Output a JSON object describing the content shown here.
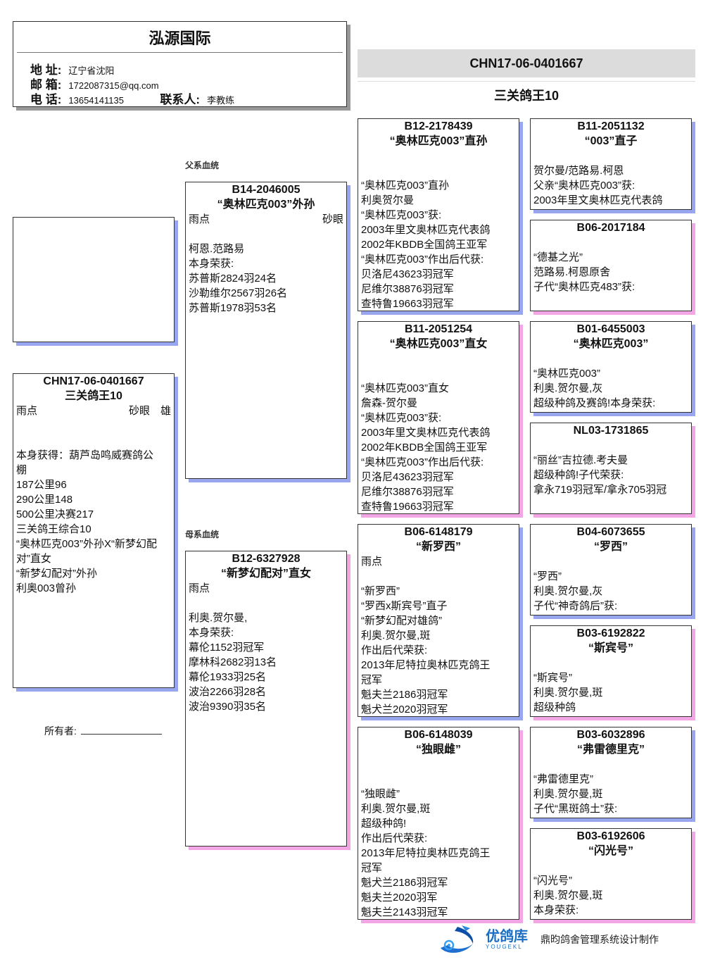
{
  "header": {
    "title": "泓源国际",
    "address_label": "地 址:",
    "address": "辽宁省沈阳",
    "email_label": "邮 箱:",
    "email": "1722087315@qq.com",
    "phone_label": "电 话:",
    "phone": "13654141135",
    "contact_label": "联系人:",
    "contact": "李教练"
  },
  "pigeon": {
    "ring": "CHN17-06-0401667",
    "name": "三关鸽王10"
  },
  "sections": {
    "father": "父系血统",
    "mother": "母系血统"
  },
  "owner_label": "所有者:",
  "footer": {
    "brand": "优鸽库",
    "brand_sub": "YOUGEKL",
    "credit": "鼎昀鸽舍管理系统设计制作"
  },
  "colors": {
    "male_shadow": "#97a6ee",
    "female_shadow": "#f2a6e6"
  },
  "boxes": [
    {
      "id": "subject",
      "sex": "m",
      "ring": "CHN17-06-0401667",
      "name": "三关鸽王10",
      "color": [
        "雨点",
        "砂眼　雄"
      ],
      "lines": [
        "",
        "",
        "本身获得：葫芦岛鸣威赛鸽公",
        "棚",
        "187公里96",
        "290公里148",
        "500公里决赛217",
        "三关鸽王综合10",
        "“奥林匹克003”外孙X“新梦幻配",
        "对”直女",
        "“新梦幻配对”外孙",
        "利奥003曾孙"
      ]
    },
    {
      "id": "father",
      "sex": "m",
      "ring": "B14-2046005",
      "name": "“奥林匹克003”外孙",
      "color": [
        "雨点",
        "砂眼"
      ],
      "lines": [
        "",
        "柯恩.范路易",
        "本身荣获:",
        "苏普斯2824羽24名",
        "沙勒维尔2567羽26名",
        "苏普斯1978羽53名"
      ]
    },
    {
      "id": "mother",
      "sex": "f",
      "ring": "B12-6327928",
      "name": "“新梦幻配对”直女",
      "color": [
        "雨点",
        ""
      ],
      "lines": [
        "",
        "利奥.贺尔曼,",
        "本身荣获:",
        "幕伦1152羽冠军",
        "摩林科2682羽13名",
        "幕伦1933羽25名",
        "波治2266羽28名",
        "波治9390羽35名"
      ]
    },
    {
      "id": "ff",
      "sex": "m",
      "ring": "B12-2178439",
      "name": "“奥林匹克003”直孙",
      "lines": [
        "",
        "",
        "“奥林匹克003”直孙",
        "利奥贺尔曼",
        "“奥林匹克003”获:",
        "2003年里文奥林匹克代表鸽",
        "2002年KBDB全国鸽王亚军",
        "“奥林匹克003”作出后代获:",
        "贝洛尼43623羽冠军",
        "尼维尔38876羽冠军",
        "查特鲁19663羽冠军"
      ]
    },
    {
      "id": "fm",
      "sex": "f",
      "ring": "B11-2051254",
      "name": "“奥林匹克003”直女",
      "lines": [
        "",
        "",
        "“奥林匹克003”直女",
        "詹森-贺尔曼",
        "“奥林匹克003”获:",
        "2003年里文奥林匹克代表鸽",
        "2002年KBDB全国鸽王亚军",
        "“奥林匹克003”作出后代获:",
        "贝洛尼43623羽冠军",
        "尼维尔38876羽冠军",
        "查特鲁19663羽冠军"
      ]
    },
    {
      "id": "mf",
      "sex": "m",
      "ring": "B06-6148179",
      "name": "“新罗西”",
      "color": [
        "雨点",
        ""
      ],
      "lines": [
        "",
        "“新罗西”",
        "“罗西x斯宾号”直子",
        "“新梦幻配对雄鸽”",
        "利奥.贺尔曼,斑",
        "作出后代荣获:",
        "2013年尼特拉奥林匹克鸽王",
        "冠军",
        "魁夫兰2186羽冠军",
        "魁犬兰2020羽冠军"
      ]
    },
    {
      "id": "mm",
      "sex": "f",
      "ring": "B06-6148039",
      "name": "“独眼雌”",
      "lines": [
        "",
        "",
        "“独眼雌”",
        "利奥.贺尔曼,斑",
        "超级种鸽!",
        "作出后代荣获:",
        "2013年尼特拉奥林匹克鸽王",
        "冠军",
        "魁犬兰2186羽冠军",
        "魁夫兰2020羽军",
        "魁夫兰2143羽冠军"
      ]
    },
    {
      "id": "fff",
      "sex": "m",
      "ring": "B11-2051132",
      "name": "“003”直子",
      "lines": [
        "",
        "贺尔曼/范路易.柯恩",
        "父亲“奥林匹克003”获:",
        "2003年里文奥林匹克代表鸽"
      ]
    },
    {
      "id": "ffm",
      "sex": "f",
      "ring": "B06-2017184",
      "name": "",
      "lines": [
        "",
        "“德基之光”",
        "范路易.柯恩原舍",
        "子代“奥林匹克483”获:"
      ]
    },
    {
      "id": "fmf",
      "sex": "m",
      "ring": "B01-6455003",
      "name": "“奥林匹克003”",
      "lines": [
        "",
        "“奥林匹克003”",
        "利奥.贺尔曼,灰",
        "超级种鸽及赛鸽!本身荣获:"
      ]
    },
    {
      "id": "fmm",
      "sex": "f",
      "ring": "NL03-1731865",
      "name": "",
      "lines": [
        "",
        "“丽丝”吉拉德.考夫曼",
        "超级种鸽!子代荣获:",
        "拿永719羽冠军/拿永705羽冠"
      ]
    },
    {
      "id": "mff",
      "sex": "m",
      "ring": "B04-6073655",
      "name": "“罗西”",
      "lines": [
        "",
        "“罗西”",
        "利奥.贺尔曼,灰",
        "子代“神奇鸽后”获:"
      ]
    },
    {
      "id": "mfm",
      "sex": "f",
      "ring": "B03-6192822",
      "name": "“斯宾号”",
      "lines": [
        "",
        "“斯宾号”",
        "利奥.贺尔曼,斑",
        "超级种鸽"
      ]
    },
    {
      "id": "mmf",
      "sex": "m",
      "ring": "B03-6032896",
      "name": "“弗雷德里克”",
      "lines": [
        "",
        "“弗雷德里克”",
        "利奥.贺尔曼,斑",
        "子代“黑斑鸽土”获:"
      ]
    },
    {
      "id": "mmm",
      "sex": "f",
      "ring": "B03-6192606",
      "name": "“闪光号”",
      "lines": [
        "",
        "“闪光号”",
        "利奥.贺尔曼,斑",
        "本身荣获:"
      ]
    }
  ]
}
